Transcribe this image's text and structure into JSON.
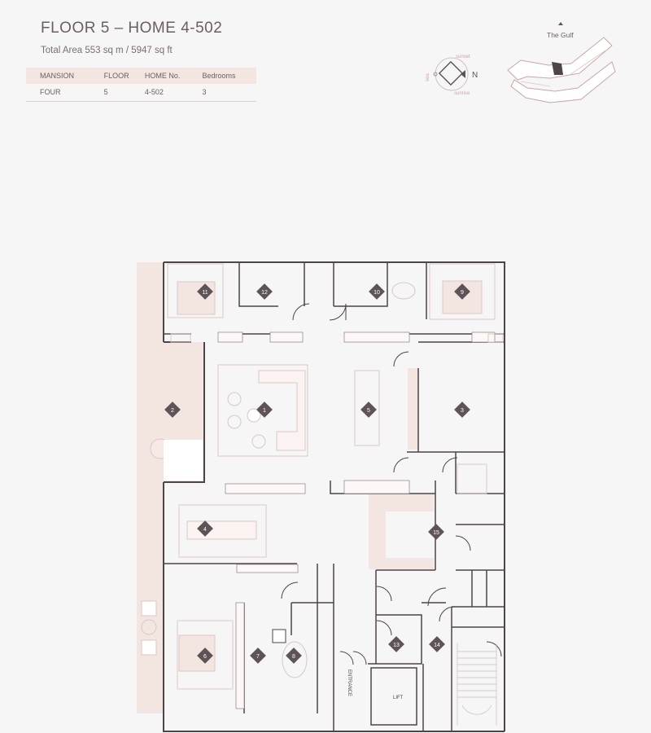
{
  "header": {
    "title": "FLOOR 5 – HOME 4-502",
    "area": "Total Area 553 sq m / 5947 sq ft"
  },
  "info_table": {
    "headers": [
      "MANSION",
      "FLOOR",
      "HOME No.",
      "Bedrooms"
    ],
    "values": [
      "FOUR",
      "5",
      "4-502",
      "3"
    ]
  },
  "compass": {
    "north": "N",
    "top": "sunset",
    "bottom": "sunrise",
    "left": "sea"
  },
  "key_plan": {
    "label": "The Gulf",
    "marker_icon": "triangle-up-icon"
  },
  "rooms": [
    "1",
    "2",
    "3",
    "4",
    "5",
    "6",
    "7",
    "8",
    "9",
    "10",
    "11",
    "12",
    "13",
    "14",
    "15"
  ],
  "labels": {
    "entrance": "ENTRANCE",
    "lift": "LIFT"
  },
  "colors": {
    "text": "#6b5e63",
    "wall": "#4d4548",
    "terrace": "#f3e6e1",
    "furniture": "#d9c8c6",
    "marker": "#5e5357",
    "marker_text": "#ffffff"
  }
}
